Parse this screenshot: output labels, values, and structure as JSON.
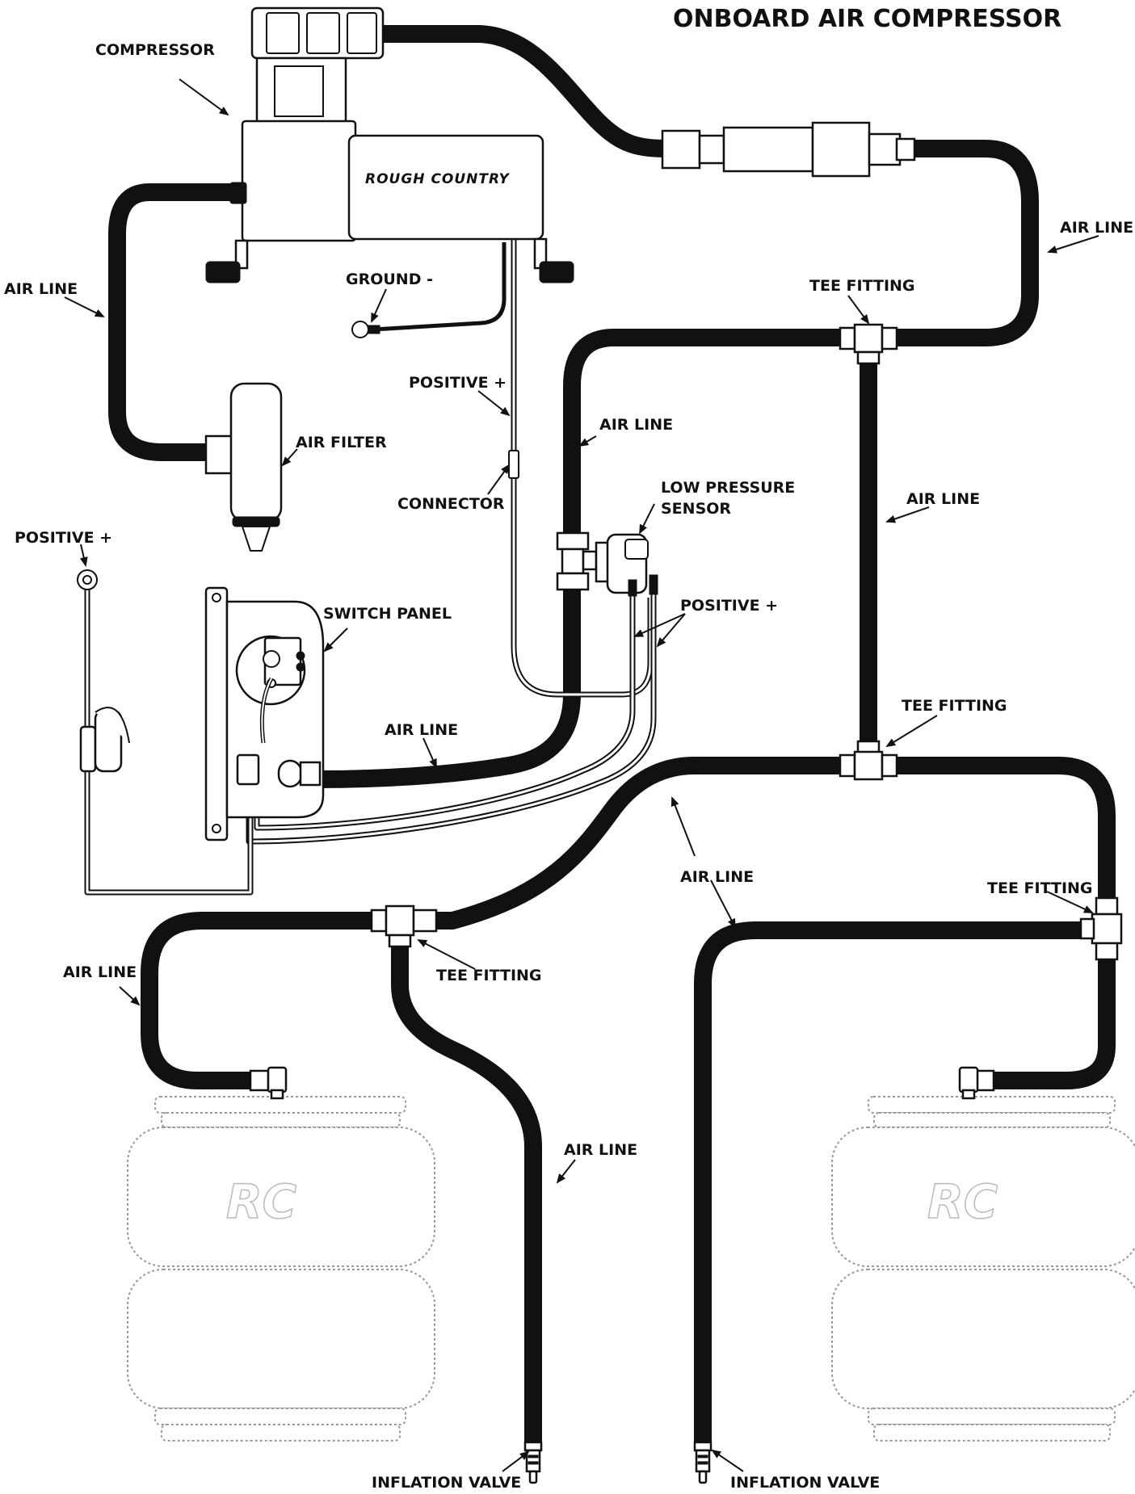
{
  "title": "ONBOARD AIR COMPRESSOR",
  "brand_text": "ROUGH COUNTRY",
  "bag_logo": "RC",
  "labels": {
    "compressor": "COMPRESSOR",
    "air_line_left": "AIR LINE",
    "air_line_right_top": "AIR LINE",
    "tee_fitting_top": "TEE FITTING",
    "ground": "GROUND -",
    "positive_top": "POSITIVE +",
    "air_filter": "AIR FILTER",
    "air_line_center": "AIR LINE",
    "connector": "CONNECTOR",
    "low_pressure_sensor_1": "LOW PRESSURE",
    "low_pressure_sensor_2": "SENSOR",
    "air_line_vertical_right": "AIR LINE",
    "positive_left": "POSITIVE +",
    "switch_panel": "SWITCH PANEL",
    "positive_sensor": "POSITIVE +",
    "air_line_panel": "AIR LINE",
    "tee_fitting_mid": "TEE FITTING",
    "air_line_middle": "AIR LINE",
    "tee_fitting_right": "TEE FITTING",
    "air_line_bag_left": "AIR LINE",
    "tee_fitting_left": "TEE FITTING",
    "air_line_valve": "AIR LINE",
    "inflation_valve_left": "INFLATION VALVE",
    "inflation_valve_right": "INFLATION VALVE"
  }
}
